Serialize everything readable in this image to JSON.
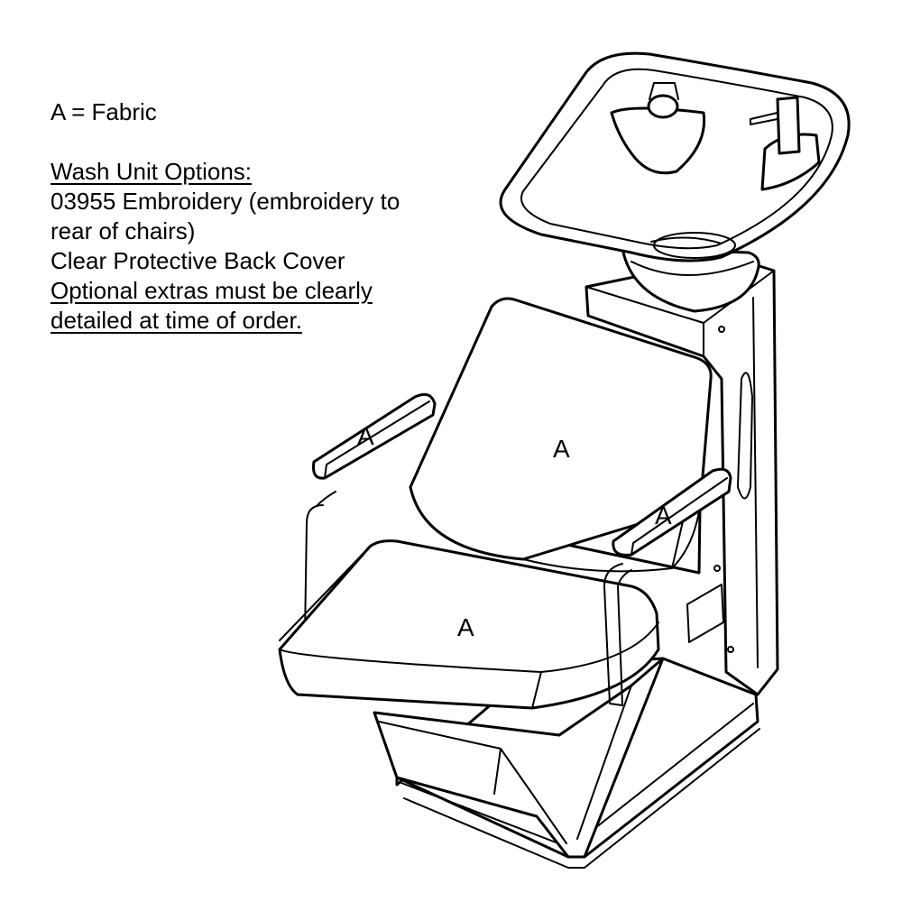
{
  "legend": {
    "fabric_key": "A = Fabric"
  },
  "options": {
    "heading": "Wash Unit Options:",
    "embroidery_line1": "03955 Embroidery (embroidery to",
    "embroidery_line2": "rear of chairs)",
    "back_cover": "Clear Protective Back Cover",
    "note_line1": "Optional extras must be clearly",
    "note_line2": "detailed at time of order."
  },
  "labels": {
    "left_armrest": "A",
    "backrest": "A",
    "right_armrest": "A",
    "seat": "A"
  }
}
